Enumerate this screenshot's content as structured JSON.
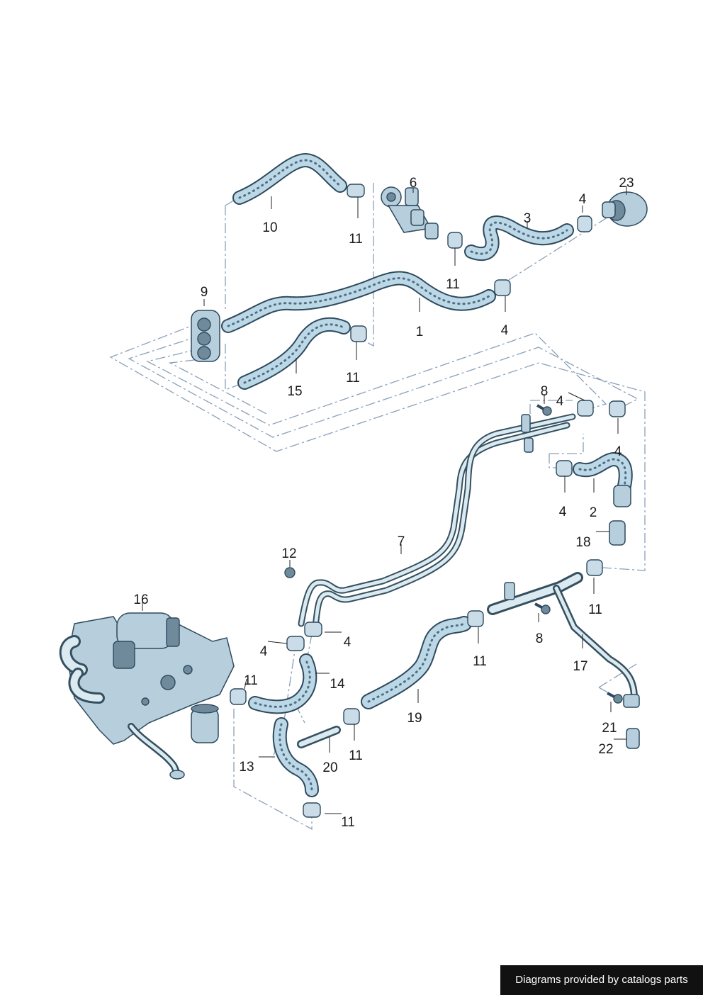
{
  "diagram": {
    "labels": {
      "p1": "1",
      "p2": "2",
      "p3": "3",
      "p4a": "4",
      "p4b": "4",
      "p4c": "4",
      "p4d": "4",
      "p4e": "4",
      "p4f": "4",
      "p4g": "4",
      "p6": "6",
      "p7": "7",
      "p8a": "8",
      "p8b": "8",
      "p9": "9",
      "p10": "10",
      "p11a": "11",
      "p11b": "11",
      "p11c": "11",
      "p11d": "11",
      "p11e": "11",
      "p11f": "11",
      "p11g": "11",
      "p11h": "11",
      "p12": "12",
      "p13": "13",
      "p14": "14",
      "p15": "15",
      "p16": "16",
      "p17": "17",
      "p18": "18",
      "p19": "19",
      "p20": "20",
      "p21": "21",
      "p22": "22",
      "p23": "23"
    }
  },
  "footer": {
    "text": "Diagrams provided by catalogs parts"
  }
}
